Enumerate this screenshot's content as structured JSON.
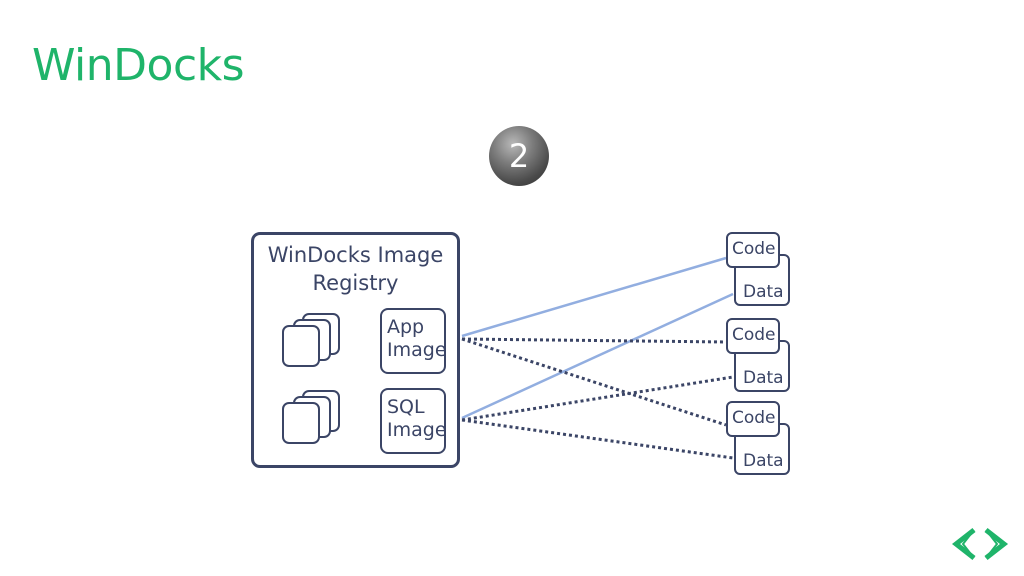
{
  "slide": {
    "title": "WinDocks",
    "step_number": "2"
  },
  "registry": {
    "title_line1": "WinDocks Image",
    "title_line2": "Registry",
    "images": [
      {
        "line1": "App",
        "line2": "Image"
      },
      {
        "line1": "SQL",
        "line2": "Image"
      }
    ]
  },
  "environments": [
    {
      "code": "Code",
      "data": "Data"
    },
    {
      "code": "Code",
      "data": "Data"
    },
    {
      "code": "Code",
      "data": "Data"
    }
  ],
  "colors": {
    "title": "#1fb46a",
    "outline": "#3b4566",
    "solid_link": "#92aee0",
    "dotted_link": "#3b4566"
  },
  "icons": {
    "step": "step-number-badge",
    "logo": "chevron-brackets-logo-icon"
  }
}
